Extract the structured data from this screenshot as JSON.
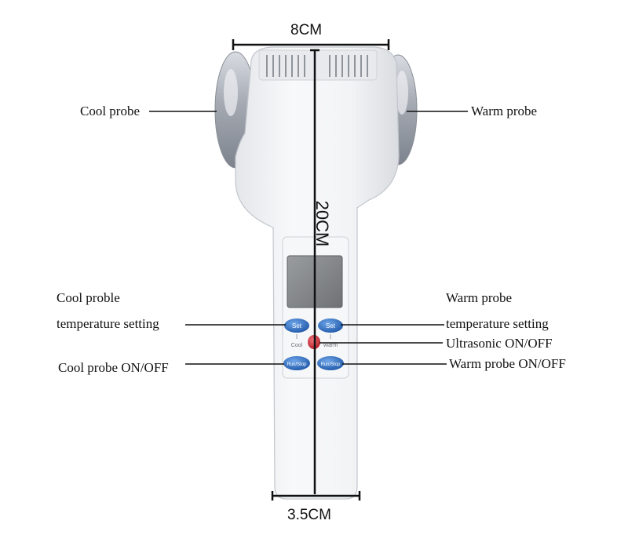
{
  "dimensions": {
    "width_top": "8CM",
    "height": "20CM",
    "width_bottom": "3.5CM"
  },
  "labels": {
    "cool_probe": "Cool probe",
    "warm_probe": "Warm probe",
    "cool_setting_line1": "Cool proble",
    "cool_setting_line2": "temperature setting",
    "warm_setting_line1": "Warm probe",
    "warm_setting_line2": "temperature setting",
    "ultrasonic": "Ultrasonic ON/OFF",
    "cool_onoff": "Cool probe ON/OFF",
    "warm_onoff": "Warm probe ON/OFF"
  },
  "device": {
    "set_button_left": "Set",
    "set_button_right": "Set",
    "cool_text": "Cool",
    "warm_text": "Warm",
    "cool_onoff_btn": "Run/Stop",
    "warm_onoff_btn": "Run/Stop"
  },
  "colors": {
    "body": "#f2f3f5",
    "probe": "#b8bcc4",
    "button_blue": "#2f6fc4",
    "button_red": "#d0333b",
    "screen": "#8a8d90"
  }
}
